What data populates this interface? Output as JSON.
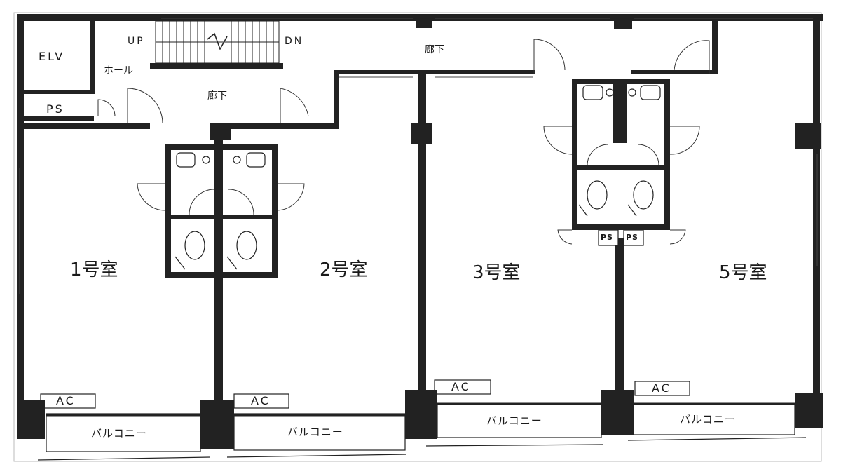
{
  "rooms": {
    "room1": "1号室",
    "room2": "2号室",
    "room3": "3号室",
    "room5": "5号室"
  },
  "common": {
    "elevator": "ELV",
    "pipe_shaft": "PS",
    "hall": "ホール",
    "corridor": "廊下",
    "stair_up": "UP",
    "stair_down": "DN"
  },
  "fixtures": {
    "aircon": "AC",
    "balcony": "バルコニー",
    "ps": "PS"
  }
}
